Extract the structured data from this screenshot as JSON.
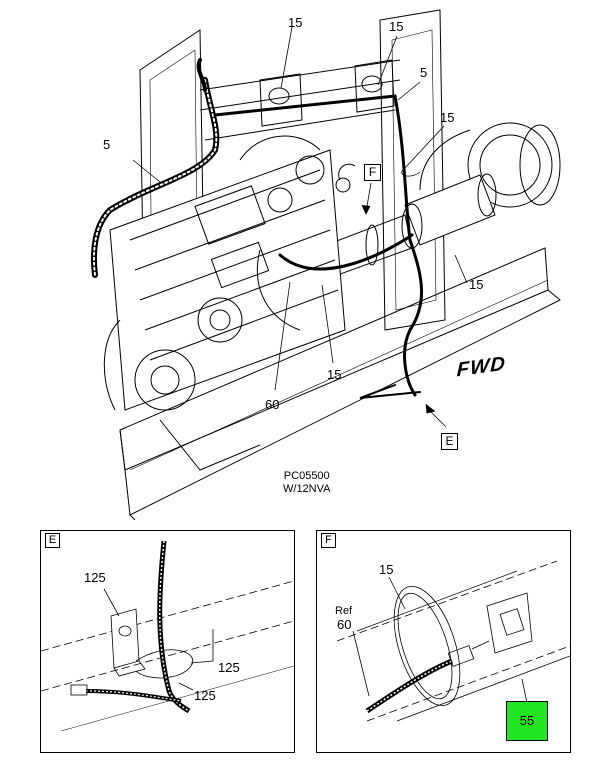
{
  "main_view": {
    "callouts": {
      "c15_top_left": "15",
      "c15_top_right": "15",
      "c5_top_right": "5",
      "c15_right": "15",
      "c5_left": "5",
      "c15_mid_right": "15",
      "c15_center": "15",
      "c60": "60"
    },
    "view_tag_f": "F",
    "view_tag_e": "E",
    "fwd": "FWD",
    "part_code": "PC05500",
    "variant": "W/12NVA"
  },
  "detail_e": {
    "tag": "E",
    "callouts": {
      "c125_top": "125",
      "c125_right": "125",
      "c125_bottom": "125"
    }
  },
  "detail_f": {
    "tag": "F",
    "callouts": {
      "c15": "15",
      "ref": "Ref",
      "c60": "60",
      "c55": "55"
    },
    "highlight_color": "#22e622"
  }
}
